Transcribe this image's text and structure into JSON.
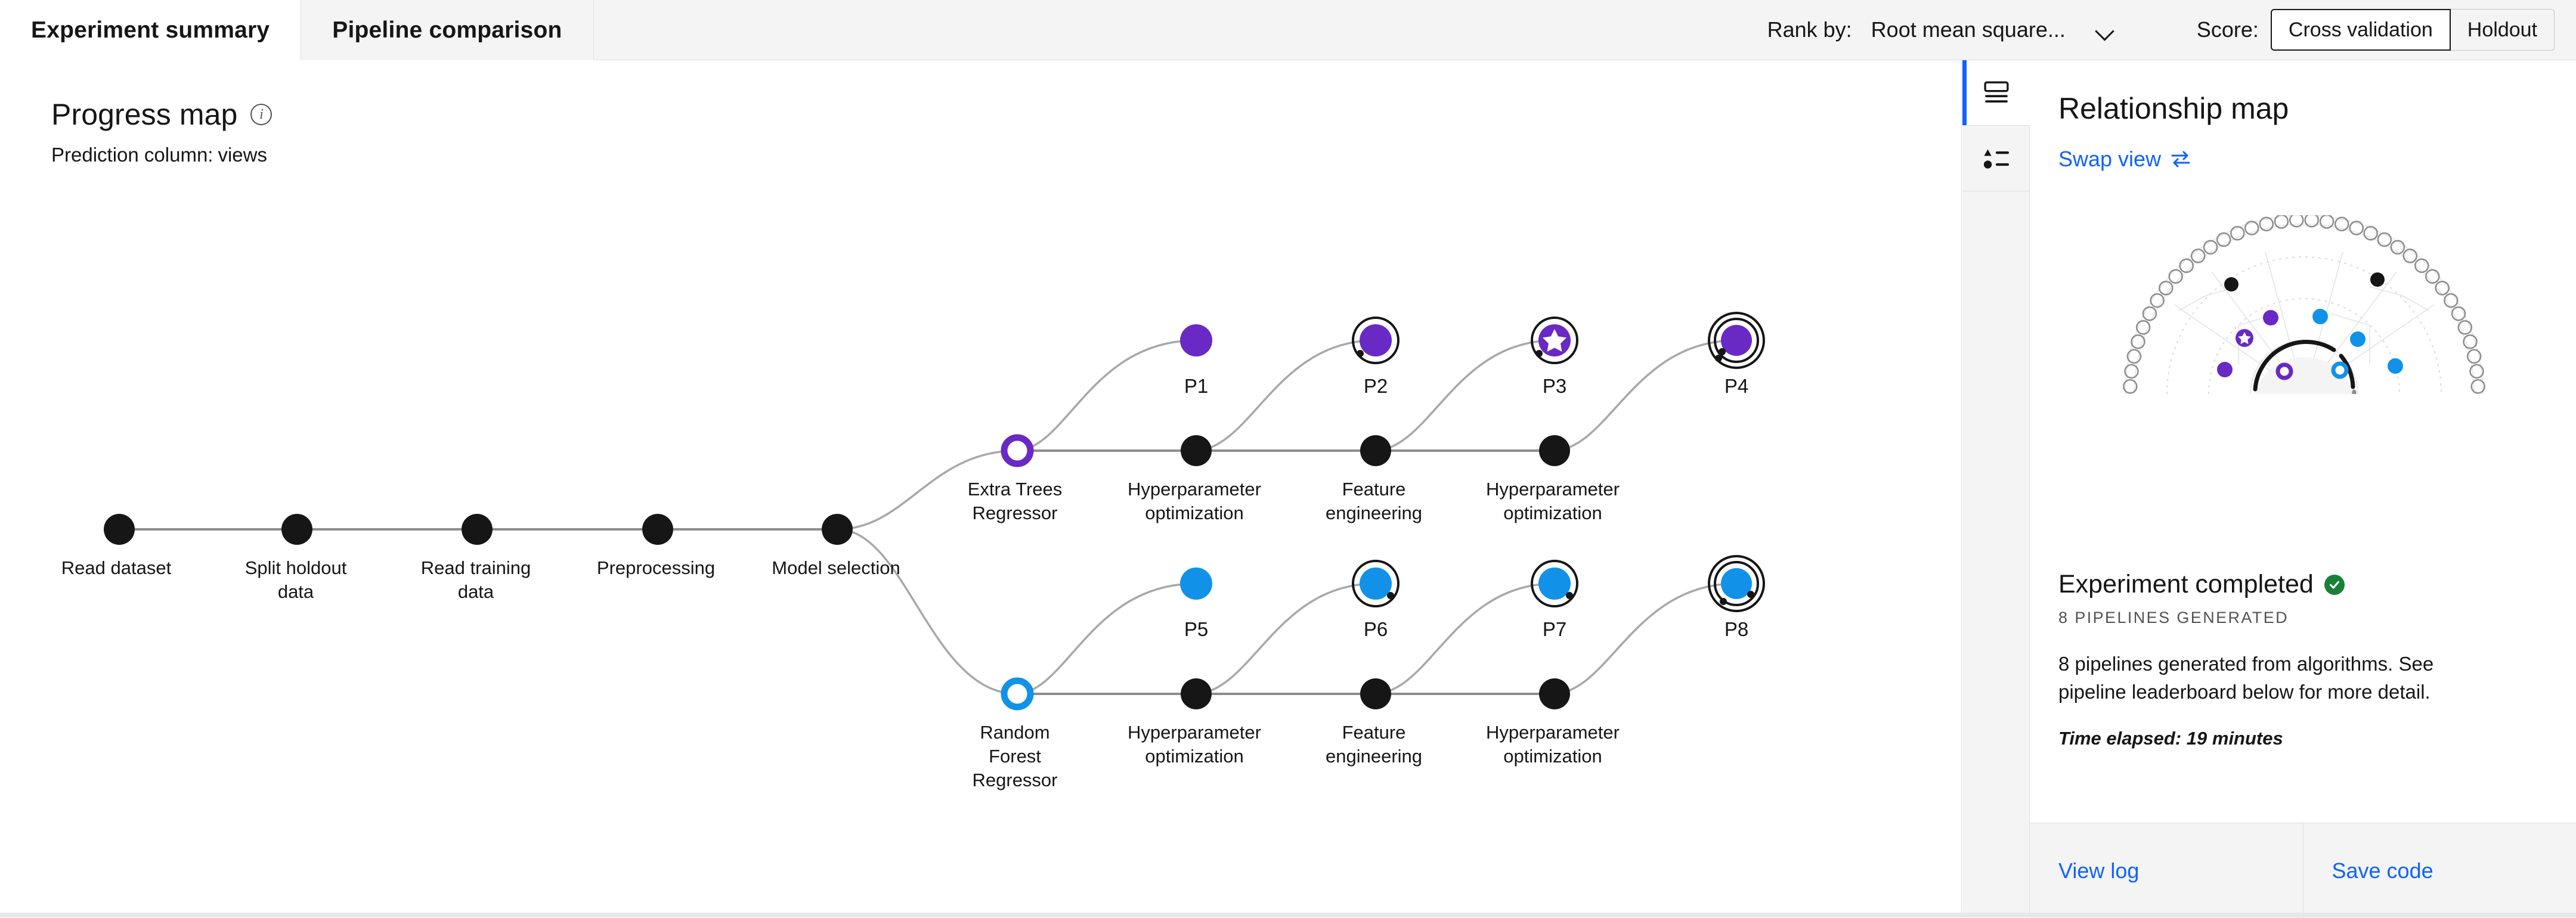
{
  "header": {
    "tabs": [
      {
        "label": "Experiment summary",
        "active": true
      },
      {
        "label": "Pipeline comparison",
        "active": false
      }
    ],
    "rank_by_label": "Rank by:",
    "rank_by_value": "Root mean square...",
    "score_label": "Score:",
    "score_options": [
      {
        "label": "Cross validation",
        "selected": true
      },
      {
        "label": "Holdout",
        "selected": false
      }
    ]
  },
  "progress_map": {
    "title": "Progress map",
    "info_icon": "i",
    "prediction_column_label": "Prediction column:",
    "prediction_column_value": "views",
    "spine_nodes": [
      {
        "label": "Read dataset"
      },
      {
        "label": "Split holdout\ndata"
      },
      {
        "label": "Read training\ndata"
      },
      {
        "label": "Preprocessing"
      },
      {
        "label": "Model selection"
      }
    ],
    "branches": [
      {
        "algorithm": "Extra Trees\nRegressor",
        "color": "#6929c4",
        "stage_labels": [
          "Hyperparameter\noptimization",
          "Feature\nengineering",
          "Hyperparameter\noptimization"
        ],
        "pipelines": [
          {
            "label": "P1",
            "style": "plain"
          },
          {
            "label": "P2",
            "style": "ring"
          },
          {
            "label": "P3",
            "style": "ring-star"
          },
          {
            "label": "P4",
            "style": "double-ring"
          }
        ]
      },
      {
        "algorithm": "Random\nForest\nRegressor",
        "color": "#1192e8",
        "stage_labels": [
          "Hyperparameter\noptimization",
          "Feature\nengineering",
          "Hyperparameter\noptimization"
        ],
        "pipelines": [
          {
            "label": "P5",
            "style": "plain"
          },
          {
            "label": "P6",
            "style": "ring"
          },
          {
            "label": "P7",
            "style": "ring"
          },
          {
            "label": "P8",
            "style": "double-ring"
          }
        ]
      }
    ]
  },
  "rail": {
    "buttons": [
      {
        "icon": "summary-card-icon",
        "active": true
      },
      {
        "icon": "legend-list-icon",
        "active": false
      }
    ]
  },
  "side_panel": {
    "title": "Relationship map",
    "swap_view_label": "Swap view",
    "swap_icon": "swap-arrows-icon",
    "status": "Experiment completed",
    "status_icon": "check-circle-icon",
    "caption": "8 PIPELINES GENERATED",
    "body": "8 pipelines generated from algorithms. See pipeline leaderboard below for more detail.",
    "elapsed": "Time elapsed: 19 minutes",
    "actions": [
      {
        "label": "View log"
      },
      {
        "label": "Save code"
      }
    ],
    "relationship_map": {
      "outer_ring_nodes": 36,
      "highlighted_outer_nodes": 2,
      "purple_nodes": 4,
      "blue_nodes": 4,
      "star_node": 1
    }
  },
  "colors": {
    "purple": "#6929c4",
    "blue": "#1192e8",
    "link_blue": "#0f62fe",
    "success_green": "#198038",
    "node_black": "#161616"
  }
}
